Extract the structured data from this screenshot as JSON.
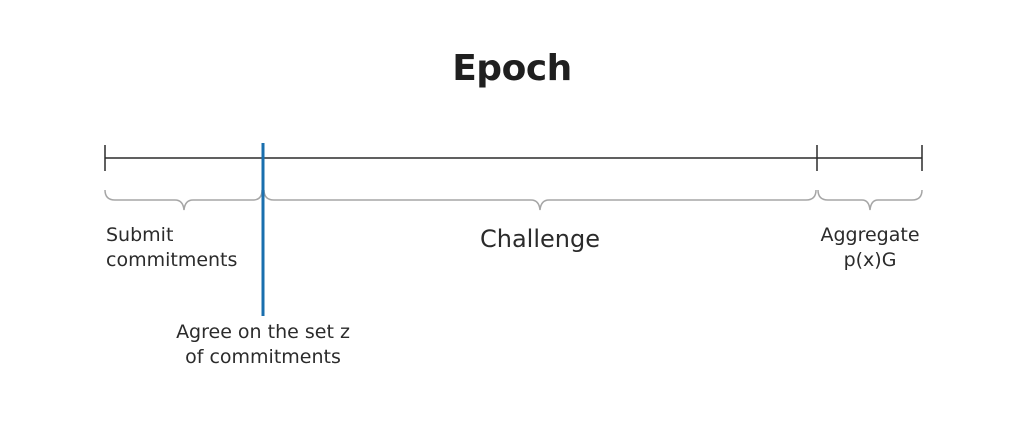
{
  "title": "Epoch",
  "phases": {
    "submit": {
      "line1": "Submit",
      "line2": "commitments"
    },
    "challenge": {
      "label": "Challenge"
    },
    "aggregate": {
      "line1": "Aggregate",
      "line2": "p(x)G"
    }
  },
  "marker": {
    "line1": "Agree on the set z",
    "line2": "of commitments"
  },
  "colors": {
    "timeline": "#2b2b2b",
    "brace": "#a6a6a6",
    "marker": "#1a6fae",
    "text": "#2b2b2b"
  }
}
